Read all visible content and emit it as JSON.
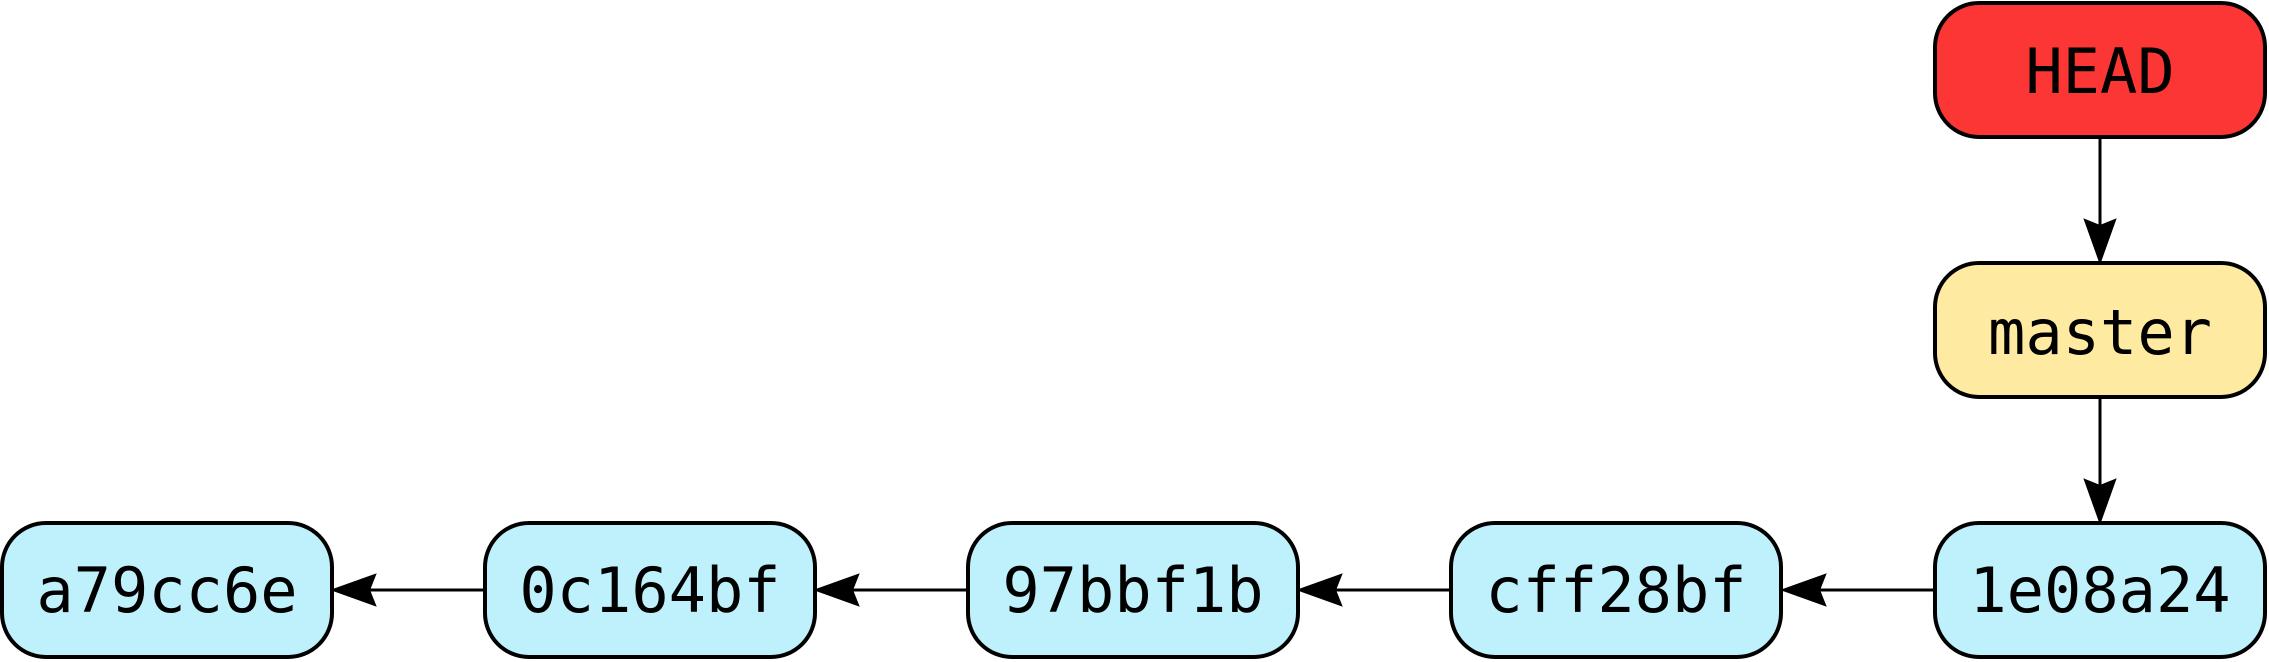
{
  "colors": {
    "head": "#fc3535",
    "branch": "#feeaa0",
    "commit": "#bff1fc",
    "stroke": "#000000"
  },
  "refs": {
    "head": {
      "label": "HEAD"
    },
    "branch": {
      "label": "master"
    }
  },
  "commits": [
    {
      "label": "a79cc6e"
    },
    {
      "label": "0c164bf"
    },
    {
      "label": "97bbf1b"
    },
    {
      "label": "cff28bf"
    },
    {
      "label": "1e08a24"
    }
  ],
  "edges": [
    {
      "from": "HEAD",
      "to": "master"
    },
    {
      "from": "master",
      "to": "1e08a24"
    },
    {
      "from": "1e08a24",
      "to": "cff28bf"
    },
    {
      "from": "cff28bf",
      "to": "97bbf1b"
    },
    {
      "from": "97bbf1b",
      "to": "0c164bf"
    },
    {
      "from": "0c164bf",
      "to": "a79cc6e"
    }
  ]
}
